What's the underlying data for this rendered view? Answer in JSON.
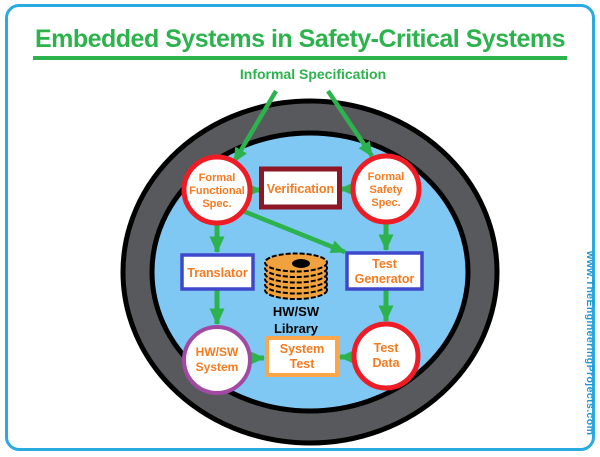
{
  "title": "Embedded Systems in Safety-Critical Systems",
  "subtitle": "Informal Specification",
  "watermark": "www.TheEngineeringProjects.com",
  "colors": {
    "title_green": "#2DB34D",
    "arrow_green": "#2DB34D",
    "node_text_orange": "#F47B20",
    "circle_red": "#EE1C25",
    "verification_border_maroon": "#8E1625",
    "rect_border_blue": "#3F48CC",
    "circle_border_purple": "#A349A4",
    "rect_border_orange": "#FBA64B",
    "inner_circle_fill": "#7EC8F3",
    "ring_gray": "#58595C",
    "frame_blue": "#29ABE2",
    "watermark_blue": "#1E96D2",
    "library_icon_orange": "#F0A23F"
  },
  "nodes": {
    "formal_functional_spec": {
      "shape": "circle",
      "lines": [
        "Formal",
        "Functional",
        "Spec."
      ]
    },
    "verification": {
      "shape": "rect",
      "label": "Verification"
    },
    "formal_safety_spec": {
      "shape": "circle",
      "lines": [
        "Formal",
        "Safety",
        "Spec."
      ]
    },
    "translator": {
      "shape": "rect",
      "label": "Translator"
    },
    "test_generator": {
      "shape": "rect",
      "lines": [
        "Test",
        "Generator"
      ]
    },
    "hwsw_library": {
      "shape": "database-icon",
      "lines": [
        "HW/SW",
        "Library"
      ]
    },
    "hwsw_system": {
      "shape": "circle",
      "lines": [
        "HW/SW",
        "System"
      ]
    },
    "system_test": {
      "shape": "rect",
      "lines": [
        "System",
        "Test"
      ]
    },
    "test_data": {
      "shape": "circle",
      "lines": [
        "Test",
        "Data"
      ]
    }
  },
  "connections": [
    {
      "from": "informal-specification",
      "to": "formal-functional-spec"
    },
    {
      "from": "informal-specification",
      "to": "formal-safety-spec"
    },
    {
      "from": "formal-functional-spec",
      "to": "verification"
    },
    {
      "from": "formal-safety-spec",
      "to": "verification"
    },
    {
      "from": "formal-functional-spec",
      "to": "translator"
    },
    {
      "from": "formal-functional-spec",
      "to": "test-generator"
    },
    {
      "from": "formal-safety-spec",
      "to": "test-generator"
    },
    {
      "from": "translator",
      "to": "hwsw-system"
    },
    {
      "from": "test-generator",
      "to": "test-data"
    },
    {
      "from": "hwsw-system",
      "to": "system-test"
    },
    {
      "from": "test-data",
      "to": "system-test"
    }
  ]
}
